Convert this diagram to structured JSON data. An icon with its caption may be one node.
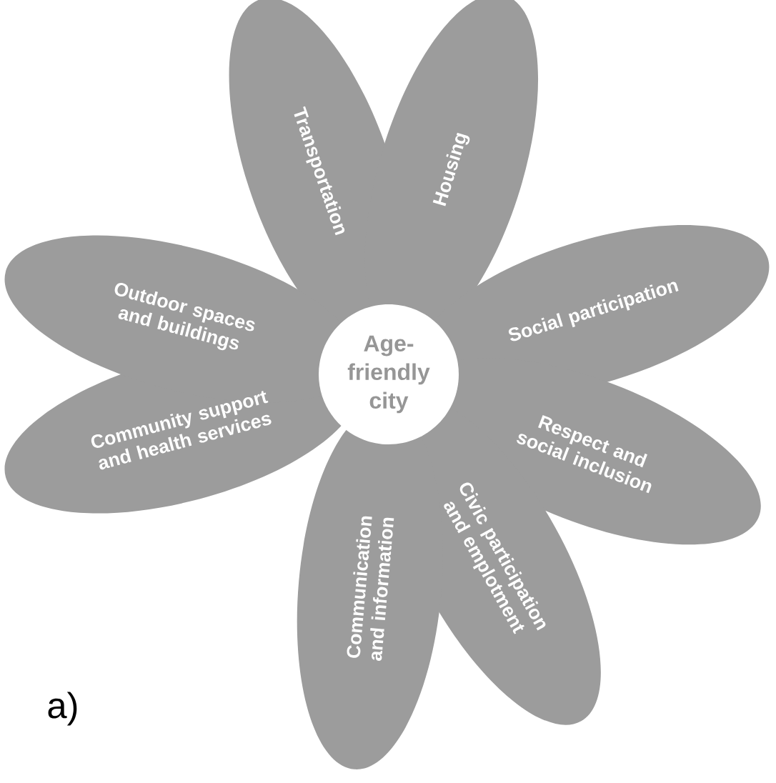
{
  "diagram": {
    "nodes": [
      {
        "text": [
          "Transportation"
        ]
      },
      {
        "text": [
          "Housing"
        ]
      },
      {
        "text": [
          "Social participation"
        ]
      },
      {
        "text": [
          "Respect and social inclusion"
        ]
      },
      {
        "text": [
          "Civic participation and emplotment"
        ]
      },
      {
        "text": [
          "Communication and information"
        ]
      },
      {
        "text": [
          "Community support and health services"
        ]
      },
      {
        "text": [
          "Outdoor spaces and buildings"
        ]
      },
      {
        "text": [
          "Age-friendly city"
        ]
      }
    ],
    "labels": [
      "a)"
    ]
  }
}
